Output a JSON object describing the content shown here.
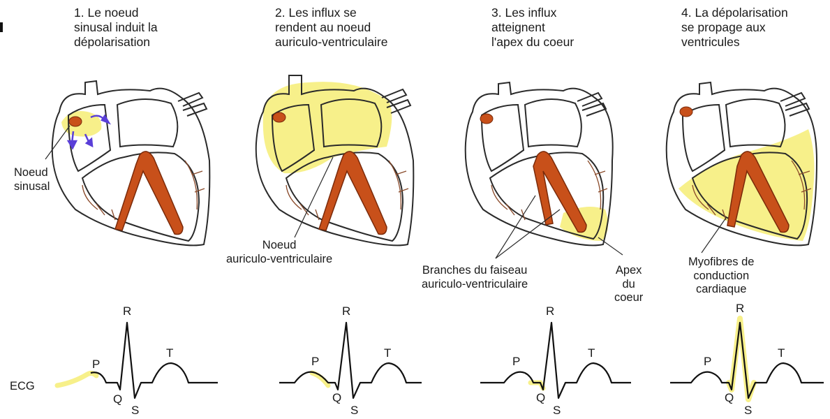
{
  "colors": {
    "outline": "#2a2a2a",
    "conduction": "#c8501a",
    "conduction_dark": "#7a2a0a",
    "highlight": "#f7f08a",
    "vessel": "#8a4a2a",
    "arrow": "#5a3fd8"
  },
  "steps": [
    {
      "title": "1. Le noeud\nsinusal induit la\ndépolarisation",
      "labels": {
        "node": "Noeud\nsinusal"
      }
    },
    {
      "title": "2. Les influx se\nrendent au noeud\nauriculo-ventriculaire",
      "labels": {
        "node": "Noeud\nauriculo-ventriculaire"
      }
    },
    {
      "title": "3. Les influx\natteignent\nl'apex du coeur",
      "labels": {
        "branches": "Branches du faiseau\nauriculo-ventriculaire",
        "apex": "Apex du\ncoeur"
      }
    },
    {
      "title": "4. La dépolarisation\nse propage aux\nventricules",
      "labels": {
        "fibers": "Myofibres de\nconduction\ncardiaque"
      }
    }
  ],
  "ecg": {
    "label": "ECG",
    "waves": {
      "p": "P",
      "q": "Q",
      "r": "R",
      "s": "S",
      "t": "T"
    },
    "highlighted_segment": [
      "P wave onset",
      "P wave",
      "PQ segment",
      "QRS complex"
    ]
  }
}
